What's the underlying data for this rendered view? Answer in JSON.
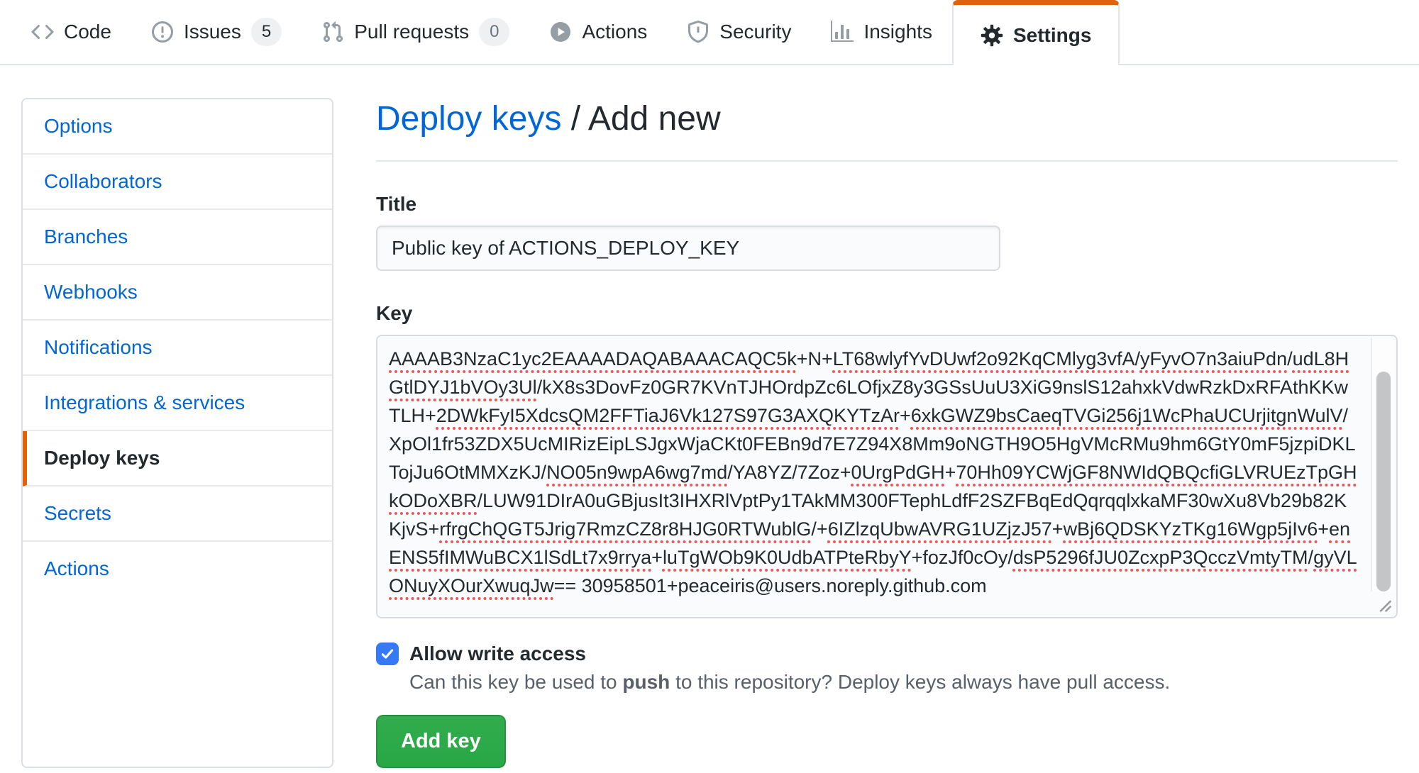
{
  "nav": {
    "tabs": [
      {
        "label": "Code"
      },
      {
        "label": "Issues",
        "count": "5"
      },
      {
        "label": "Pull requests",
        "count": "0"
      },
      {
        "label": "Actions"
      },
      {
        "label": "Security"
      },
      {
        "label": "Insights"
      },
      {
        "label": "Settings",
        "active": true
      }
    ]
  },
  "sidebar": {
    "items": [
      {
        "label": "Options"
      },
      {
        "label": "Collaborators"
      },
      {
        "label": "Branches"
      },
      {
        "label": "Webhooks"
      },
      {
        "label": "Notifications"
      },
      {
        "label": "Integrations & services"
      },
      {
        "label": "Deploy keys",
        "active": true
      },
      {
        "label": "Secrets"
      },
      {
        "label": "Actions"
      }
    ]
  },
  "breadcrumb": {
    "parent": "Deploy keys",
    "separator": "/",
    "current": "Add new"
  },
  "form": {
    "title_label": "Title",
    "title_value": "Public key of ACTIONS_DEPLOY_KEY",
    "key_label": "Key",
    "key_segments": [
      {
        "text": "AAAAB3NzaC1yc2EAAAADAQABAAACAQC5k",
        "misspelled": true
      },
      {
        "text": "+N+",
        "misspelled": false
      },
      {
        "text": "LT68wlyfYvDUwf2o92KqCMlyg3vfA",
        "misspelled": true
      },
      {
        "text": "/",
        "misspelled": false
      },
      {
        "text": "yFyvO7n3aiuPdn",
        "misspelled": true
      },
      {
        "text": "/",
        "misspelled": false
      },
      {
        "text": "udL8HGtlDYJ1bVOy3Ul",
        "misspelled": true
      },
      {
        "text": "/kX8s3DovFz0GR7KVnTJHOrdpZc6LOfjxZ8y3GSsUuU3XiG9nslS12ahxkVdwRzkDxRFAthKKwTLH+",
        "misspelled": false
      },
      {
        "text": "2DWkFyI5XdcsQM2FFTiaJ6Vk127S97G3AXQKYTzAr",
        "misspelled": true
      },
      {
        "text": "+",
        "misspelled": false
      },
      {
        "text": "6xkGWZ9bsCaeqTVGi256j1WcPhaUCUrjitgnWulV",
        "misspelled": true
      },
      {
        "text": "/XpOl1fr53ZDX5UcMIRizEipLSJgxWjaCKt0FEBn9d7E7Z94X8Mm9oNGTH9O5HgVMcRMu9hm6GtY0mF5jzpiDKLTojJu6OtMMXzKJ/",
        "misspelled": false
      },
      {
        "text": "NO05n9wpA6wg7md",
        "misspelled": true
      },
      {
        "text": "/YA8YZ/7Zoz+",
        "misspelled": false
      },
      {
        "text": "0UrgPdGH",
        "misspelled": true
      },
      {
        "text": "+",
        "misspelled": false
      },
      {
        "text": "70Hh09YCWjGF8NWIdQBQcfiGLVRUEzTpGHkODoXBR",
        "misspelled": true
      },
      {
        "text": "/LUW91DIrA0uGBjusIt3IHXRlVptPy1TAkMM300FTephLdfF2SZFBqEdQqrqqlxkaMF30wXu8Vb29b82KKjvS+",
        "misspelled": false
      },
      {
        "text": "rfrgChQGT5Jrig7RmzCZ8r8HJG0RTWublG",
        "misspelled": true
      },
      {
        "text": "/+",
        "misspelled": false
      },
      {
        "text": "6IZlzqUbwAVRG1UZjzJ57",
        "misspelled": true
      },
      {
        "text": "+",
        "misspelled": false
      },
      {
        "text": "wBj6QDSKYzTKg16Wgp5jIv6",
        "misspelled": true
      },
      {
        "text": "+",
        "misspelled": false
      },
      {
        "text": "enENS5fIMWuBCX1lSdLt7x9rrya",
        "misspelled": true
      },
      {
        "text": "+",
        "misspelled": false
      },
      {
        "text": "luTgWOb9K0UdbATPteRbyY",
        "misspelled": true
      },
      {
        "text": "+fozJf0cOy/",
        "misspelled": false
      },
      {
        "text": "dsP5296fJU0ZcxpP3QcczVmtyTM",
        "misspelled": true
      },
      {
        "text": "/",
        "misspelled": false
      },
      {
        "text": "gyVLONuyXOurXwuqJw",
        "misspelled": true
      },
      {
        "text": "== 30958501+peaceiris@users.noreply.github.com",
        "misspelled": false
      }
    ],
    "write_access": {
      "label": "Allow write access",
      "checked": true,
      "desc_before": "Can this key be used to ",
      "desc_bold": "push",
      "desc_after": " to this repository? Deploy keys always have pull access."
    },
    "submit_label": "Add key"
  },
  "colors": {
    "accent_orange": "#e36209",
    "link_blue": "#0366d6",
    "button_green": "#28a745",
    "checkbox_blue": "#3579f6",
    "misspell_red": "#e65b5b"
  }
}
